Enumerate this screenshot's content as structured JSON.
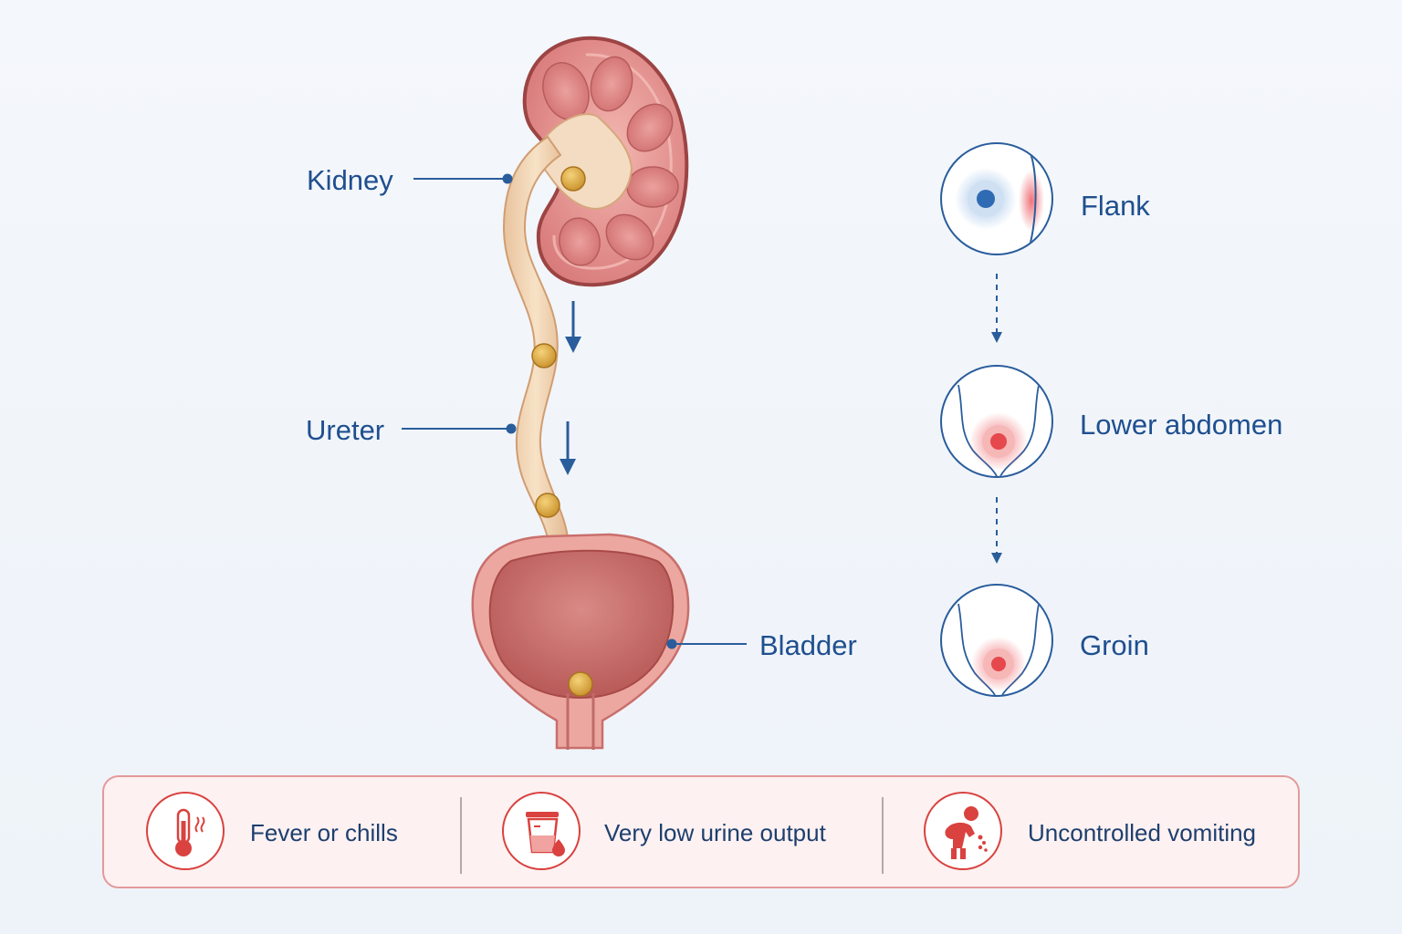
{
  "anatomy": {
    "labels": {
      "kidney": "Kidney",
      "ureter": "Ureter",
      "bladder": "Bladder"
    },
    "stones_count": 4,
    "colors": {
      "label": "#1f4f8f",
      "tissue": "#e8898a",
      "stone": "#e6b33c",
      "ureter": "#f1d7b6"
    }
  },
  "pain_path": {
    "steps": [
      {
        "label": "Flank",
        "icon": "flank-pain-icon"
      },
      {
        "label": "Lower abdomen",
        "icon": "lower-abdomen-pain-icon"
      },
      {
        "label": "Groin",
        "icon": "groin-pain-icon"
      }
    ]
  },
  "warning_signs": {
    "items": [
      {
        "label": "Fever or chills",
        "icon": "thermometer-icon"
      },
      {
        "label": "Very low urine output",
        "icon": "urine-cup-icon"
      },
      {
        "label": "Uncontrolled vomiting",
        "icon": "vomiting-person-icon"
      }
    ],
    "accent_color": "#d9423f"
  }
}
